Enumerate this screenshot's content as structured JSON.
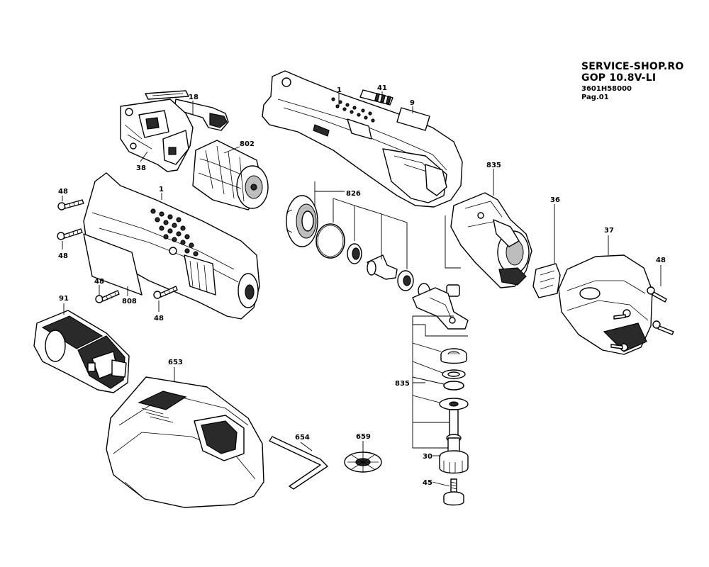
{
  "header": {
    "title": "SERVICE-SHOP.RO",
    "model": "GOP 10.8V-LI",
    "part_number": "3601H58000",
    "page": "Pag.01"
  },
  "labels": {
    "p18": "18",
    "p1_top": "1",
    "p41": "41",
    "p9": "9",
    "p802": "802",
    "p38": "38",
    "p835_top": "835",
    "p48_a": "48",
    "p1_left": "1",
    "p826": "826",
    "p36": "36",
    "p37": "37",
    "p48_b": "48",
    "p48_c": "48",
    "p48_d": "48",
    "p48_e": "48",
    "p808": "808",
    "p91": "91",
    "p653": "653",
    "p835_mid": "835",
    "p654": "654",
    "p659": "659",
    "p30": "30",
    "p45": "45"
  }
}
